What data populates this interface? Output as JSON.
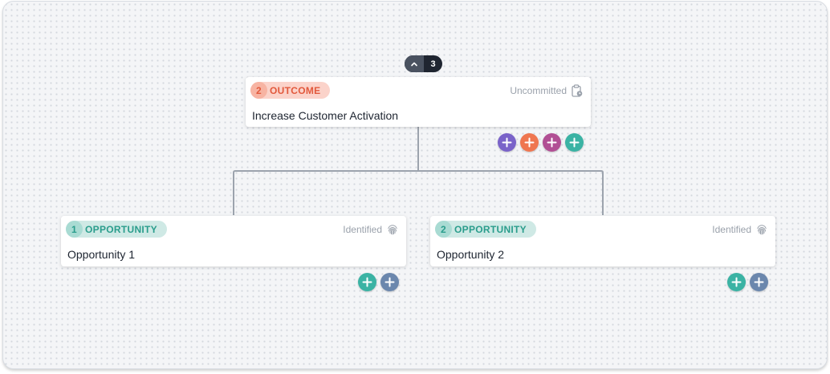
{
  "tree": {
    "collapse_toggle": {
      "icon": "chevron-up-icon",
      "child_count": "3"
    },
    "outcome_card": {
      "number": "2",
      "type_label": "OUTCOME",
      "status": "Uncommitted",
      "status_icon": "clipboard-clock-icon",
      "title": "Increase Customer Activation",
      "add_buttons": [
        {
          "name": "add-purple-button",
          "color": "#7a63c9",
          "icon": "plus-icon"
        },
        {
          "name": "add-orange-button",
          "color": "#ef7650",
          "icon": "plus-icon"
        },
        {
          "name": "add-magenta-button",
          "color": "#b14f94",
          "icon": "plus-icon"
        },
        {
          "name": "add-teal-button",
          "color": "#3bb3a4",
          "icon": "plus-icon"
        }
      ]
    },
    "opportunity_cards": [
      {
        "number": "1",
        "type_label": "OPPORTUNITY",
        "status": "Identified",
        "status_icon": "fingerprint-icon",
        "title": "Opportunity 1",
        "add_buttons": [
          {
            "name": "add-teal-button",
            "color": "#3bb3a4",
            "icon": "plus-icon"
          },
          {
            "name": "add-slate-button",
            "color": "#6b87ad",
            "icon": "plus-icon"
          }
        ]
      },
      {
        "number": "2",
        "type_label": "OPPORTUNITY",
        "status": "Identified",
        "status_icon": "fingerprint-icon",
        "title": "Opportunity 2",
        "add_buttons": [
          {
            "name": "add-teal-button",
            "color": "#3bb3a4",
            "icon": "plus-icon"
          },
          {
            "name": "add-slate-button",
            "color": "#6b87ad",
            "icon": "plus-icon"
          }
        ]
      }
    ]
  },
  "colors": {
    "outcome_accent": "#e2593c",
    "opportunity_accent": "#2a9d8c",
    "connector": "#9ca3ad",
    "canvas_background": "#f4f5f7"
  }
}
